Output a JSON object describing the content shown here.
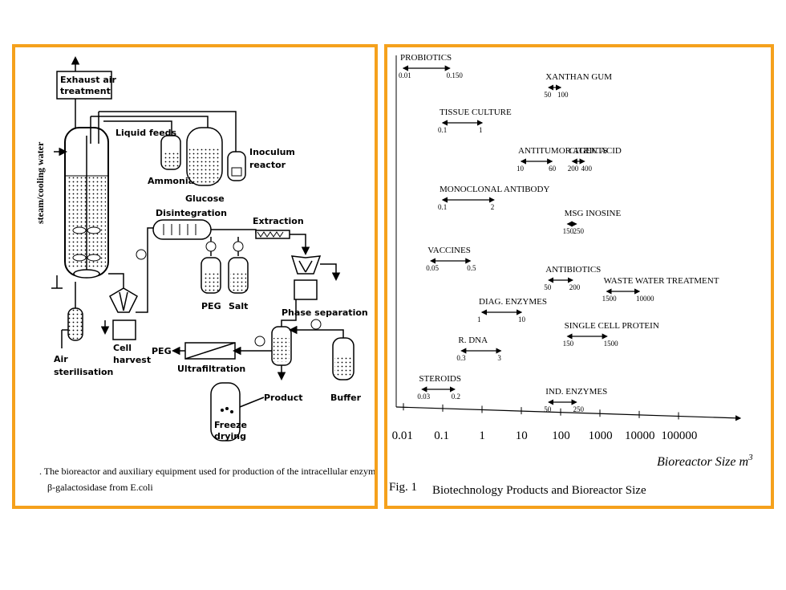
{
  "colors": {
    "frame": "#f5a11c",
    "ink": "#000000",
    "paper": "#ffffff"
  },
  "process_diagram": {
    "side_label": "steam/cooling water",
    "labels": {
      "exhaust": [
        "Exhaust air",
        "treatment"
      ],
      "liquid_feeds": "Liquid feeds",
      "ammonia": "Ammonia",
      "glucose": "Glucose",
      "inoculum": [
        "Inoculum",
        "reactor"
      ],
      "disintegration": "Disintegration",
      "extraction": "Extraction",
      "peg_vessel": "PEG",
      "salt_vessel": "Salt",
      "phase_separation": "Phase separation",
      "air_sterilisation": [
        "Air",
        "sterilisation"
      ],
      "cell_harvest": [
        "Cell",
        "harvest"
      ],
      "peg_out": "PEG",
      "ultrafiltration": "Ultrafiltration",
      "product": "Product",
      "buffer": "Buffer",
      "freeze_drying": [
        "Freeze",
        "drying"
      ]
    },
    "caption": [
      ". The bioreactor and auxiliary equipment used for production of the intracellular enzyme",
      "β-galactosidase from E.coli"
    ]
  },
  "size_chart": {
    "axis_ticks": [
      "0.01",
      "0.1",
      "1",
      "10",
      "100",
      "1000",
      "10000",
      "100000"
    ],
    "axis_label": "Bioreactor Size  m",
    "axis_label_sup": "3",
    "caption_fig": "Fig. 1",
    "caption_text": "Biotechnology Products and Bioreactor Size",
    "products": [
      {
        "name": "PROBIOTICS",
        "min": "0.01",
        "max": "0.150"
      },
      {
        "name": "XANTHAN GUM",
        "min": "50",
        "max": "100"
      },
      {
        "name": "TISSUE CULTURE",
        "min": "0.1",
        "max": "1"
      },
      {
        "name": "ANTITUMOR AGENTS",
        "min": "10",
        "max": "60"
      },
      {
        "name": "CITRIC ACID",
        "min": "200",
        "max": "400"
      },
      {
        "name": "MONOCLONAL ANTIBODY",
        "min": "0.1",
        "max": "2"
      },
      {
        "name": "MSG INOSINE",
        "min": "150",
        "max": "250"
      },
      {
        "name": "VACCINES",
        "min": "0.05",
        "max": "0.5"
      },
      {
        "name": "ANTIBIOTICS",
        "min": "50",
        "max": "200"
      },
      {
        "name": "WASTE WATER TREATMENT",
        "min": "1500",
        "max": "10000"
      },
      {
        "name": "DIAG. ENZYMES",
        "min": "1",
        "max": "10"
      },
      {
        "name": "SINGLE CELL PROTEIN",
        "min": "150",
        "max": "1500"
      },
      {
        "name": "R. DNA",
        "min": "0.3",
        "max": "3"
      },
      {
        "name": "STEROIDS",
        "min": "0.03",
        "max": "0.2"
      },
      {
        "name": "IND. ENZYMES",
        "min": "50",
        "max": "250"
      }
    ]
  }
}
